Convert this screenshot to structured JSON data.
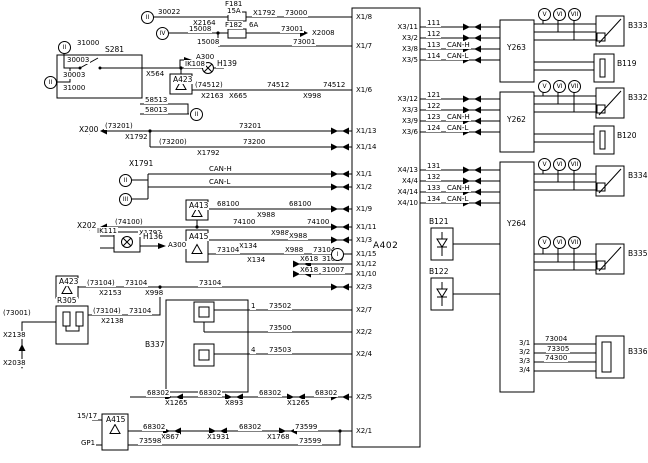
{
  "unit": {
    "name": "A402"
  },
  "pins_left": [
    "X1/8",
    "X1/7",
    "X1/6",
    "X1/13",
    "X1/14",
    "X1/1",
    "X1/2",
    "X1/9",
    "X1/11",
    "X1/3",
    "X1/15",
    "X1/12",
    "X1/10",
    "X2/3",
    "X2/7",
    "X2/2",
    "X2/4",
    "X2/5",
    "X2/1"
  ],
  "pins_right": [
    "X3/11",
    "X3/2",
    "X3/8",
    "X3/5",
    "X3/12",
    "X3/3",
    "X3/9",
    "X3/6",
    "X4/13",
    "X4/4",
    "X4/14",
    "X4/10"
  ],
  "markers": {
    "i": "I",
    "ii": "II",
    "iii": "III",
    "iv": "IV",
    "v": "V",
    "vi": "VI",
    "vii": "VII"
  },
  "fuses": {
    "f181": "F181",
    "f181_rating": "15A",
    "f182": "F182",
    "f182_rating": "6A"
  },
  "row_x18": {
    "w30022": "30022",
    "x2164": "X2164",
    "x1792": "X1792",
    "w73000": "73000"
  },
  "row_x17": {
    "w15008a": "15008",
    "w15008b": "15008",
    "w73001a": "73001",
    "x2008": "X2008",
    "w73001b": "73001"
  },
  "s281": {
    "name": "S281",
    "w31000a": "31000",
    "w30003a": "30003",
    "w30003b": "30003",
    "w31000b": "31000",
    "x564": "X564"
  },
  "h139": {
    "name": "H139",
    "ik108": "IK108",
    "a300": "A300"
  },
  "a423a": {
    "name": "A423",
    "alt": "(74512)",
    "x2163": "X2163",
    "x665": "X665",
    "w74512a": "74512",
    "x998": "X998",
    "w74512b": "74512"
  },
  "row58": {
    "w58513": "58513",
    "w58013": "58013"
  },
  "x200": {
    "name": "X200",
    "alt1": "(73201)",
    "x1792a": "X1792",
    "w73201": "73201",
    "alt2": "(73200)",
    "x1792b": "X1792",
    "w73200": "73200"
  },
  "can": {
    "x1791": "X1791",
    "canh": "CAN-H",
    "canl": "CAN-L"
  },
  "a413": {
    "name": "A413",
    "w68100a": "68100",
    "x988": "X988",
    "w68100b": "68100"
  },
  "x202": {
    "name": "X202",
    "alt": "(74100)",
    "x1792": "X1792",
    "w74100a": "74100",
    "x988": "X988",
    "w74100b": "74100"
  },
  "h136": {
    "name": "H136",
    "ik111": "IK111",
    "a300": "A300"
  },
  "a415a": {
    "name": "A415",
    "x134a": "X134",
    "x988a": "X988",
    "w73104a": "73104",
    "x134b": "X134",
    "x988b": "X988",
    "w73104b": "73104"
  },
  "x618": {
    "c1": "X618",
    "w31027": "31027",
    "c2": "X618",
    "w31007": "31007"
  },
  "a423b": {
    "name": "A423",
    "alt": "(73104)",
    "x2153": "X2153",
    "w73104a": "73104",
    "x998": "X998",
    "w73104b": "73104"
  },
  "r305": {
    "name": "R305",
    "alt": "(73104)",
    "x2138a": "X2138",
    "w73104": "73104",
    "alt73001": "(73001)",
    "x2138b": "X2138",
    "x2038": "X2038"
  },
  "b337": {
    "name": "B337",
    "p1": "1",
    "p4": "4",
    "w73502": "73502",
    "w73500": "73500",
    "w73503": "73503"
  },
  "row_x25": {
    "w": [
      "68302",
      "68302",
      "68302",
      "68302"
    ],
    "c": [
      "X1265",
      "X893",
      "X1265"
    ]
  },
  "row_x21": {
    "a415": "A415",
    "p1": "15/17",
    "p2": "GP1",
    "w68302a": "68302",
    "x867": "X867",
    "x1931": "X1931",
    "w68302b": "68302",
    "w73599a": "73599",
    "x1768": "X1768",
    "w73598": "73598",
    "w73599b": "73599"
  },
  "rg1": {
    "w": [
      "111",
      "112",
      "113",
      "114"
    ],
    "canh": "CAN-H",
    "canl": "CAN-L"
  },
  "rg2": {
    "w": [
      "121",
      "122",
      "123",
      "124"
    ],
    "canh": "CAN-H",
    "canl": "CAN-L"
  },
  "rg3": {
    "w": [
      "131",
      "132",
      "133",
      "134"
    ],
    "canh": "CAN-H",
    "canl": "CAN-L"
  },
  "valves": {
    "y263": "Y263",
    "y262": "Y262",
    "y264": "Y264"
  },
  "diodes": {
    "b121": "B121",
    "b122": "B122"
  },
  "sensors": {
    "b333": "B333",
    "b119": "B119",
    "b332": "B332",
    "b120": "B120",
    "b334": "B334",
    "b335": "B335",
    "b336": "B336"
  },
  "b336grp": {
    "p": [
      "3/1",
      "3/2",
      "3/3",
      "3/4"
    ],
    "w": [
      "73004",
      "73305",
      "74300"
    ]
  }
}
